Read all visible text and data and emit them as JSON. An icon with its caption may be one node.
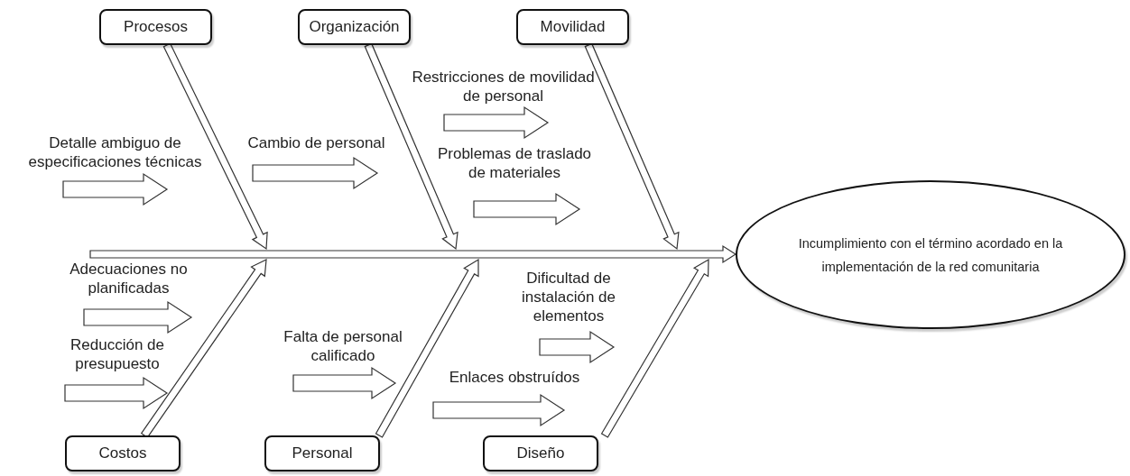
{
  "diagram": {
    "nodes": [
      {
        "text": [
          "Procesos"
        ]
      },
      {
        "text": [
          "Organización"
        ]
      },
      {
        "text": [
          "Movilidad"
        ]
      },
      {
        "text": [
          "Restricciones de movilidad de personal"
        ]
      },
      {
        "text": [
          "Detalle ambiguo de especificaciones técnicas"
        ]
      },
      {
        "text": [
          "Cambio de personal"
        ]
      },
      {
        "text": [
          "Problemas de traslado de materiales"
        ]
      },
      {
        "text": [
          "Incumplimiento con el término acordado en la implementación de la red comunitaria"
        ]
      },
      {
        "text": [
          "Adecuaciones no planificadas"
        ]
      },
      {
        "text": [
          "Dificultad de instalación de elementos"
        ]
      },
      {
        "text": [
          "Reducción de presupuesto"
        ]
      },
      {
        "text": [
          "Falta de personal calificado"
        ]
      },
      {
        "text": [
          "Enlaces obstruídos"
        ]
      },
      {
        "text": [
          "Costos"
        ]
      },
      {
        "text": [
          "Personal"
        ]
      },
      {
        "text": [
          "Diseño"
        ]
      }
    ],
    "edges": [
      {
        "from": null,
        "to": 7,
        "arrow": "to"
      },
      {
        "from": 0,
        "to": null,
        "arrow": "to"
      },
      {
        "from": 1,
        "to": null,
        "arrow": "to"
      },
      {
        "from": 2,
        "to": null,
        "arrow": "to"
      },
      {
        "from": 3,
        "to": null,
        "arrow": "to"
      },
      {
        "from": 4,
        "to": null,
        "arrow": "to"
      },
      {
        "from": 5,
        "to": null,
        "arrow": "to"
      },
      {
        "from": 6,
        "to": null,
        "arrow": "to"
      },
      {
        "from": 8,
        "to": null,
        "arrow": "to"
      },
      {
        "from": 9,
        "to": null,
        "arrow": "to"
      },
      {
        "from": 10,
        "to": null,
        "arrow": "to"
      },
      {
        "from": 11,
        "to": null,
        "arrow": "to"
      },
      {
        "from": 12,
        "to": null,
        "arrow": "to"
      },
      {
        "from": 13,
        "to": null,
        "arrow": "to"
      },
      {
        "from": 14,
        "to": null,
        "arrow": "to"
      },
      {
        "from": 15,
        "to": null,
        "arrow": "to"
      }
    ]
  }
}
